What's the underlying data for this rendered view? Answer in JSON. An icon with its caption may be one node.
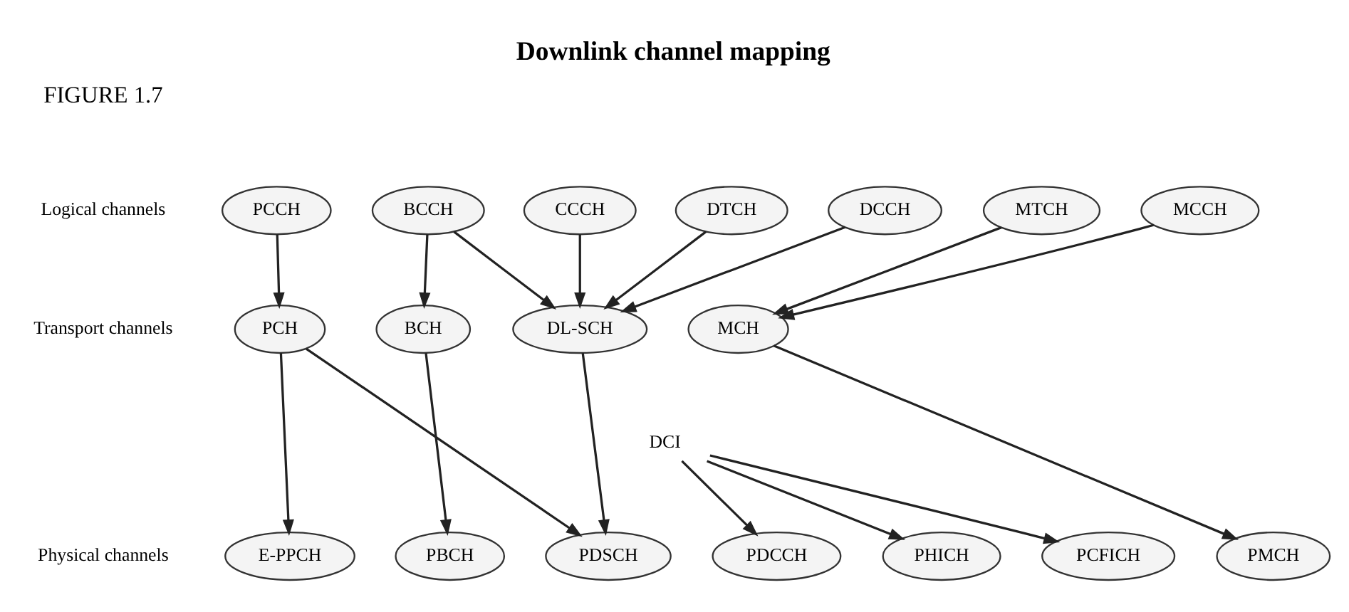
{
  "diagram": {
    "title": "Downlink channel mapping",
    "nodes": [
      {
        "text": [
          "PCCH"
        ]
      },
      {
        "text": [
          "BCCH"
        ]
      },
      {
        "text": [
          "CCCH"
        ]
      },
      {
        "text": [
          "DTCH"
        ]
      },
      {
        "text": [
          "DCCH"
        ]
      },
      {
        "text": [
          "MTCH"
        ]
      },
      {
        "text": [
          "MCCH"
        ]
      },
      {
        "text": [
          "PCH"
        ]
      },
      {
        "text": [
          "BCH"
        ]
      },
      {
        "text": [
          "DL-SCH"
        ]
      },
      {
        "text": [
          "MCH"
        ]
      },
      {
        "text": [
          "DCI"
        ]
      },
      {
        "text": [
          "E-PPCH"
        ]
      },
      {
        "text": [
          "PBCH"
        ]
      },
      {
        "text": [
          "PDSCH"
        ]
      },
      {
        "text": [
          "PDCCH"
        ]
      },
      {
        "text": [
          "PHICH"
        ]
      },
      {
        "text": [
          "PCFICH"
        ]
      },
      {
        "text": [
          "PMCH"
        ]
      }
    ],
    "edges": [
      {
        "from": 0,
        "to": 7,
        "arrow": "to"
      },
      {
        "from": 1,
        "to": 8,
        "arrow": "to"
      },
      {
        "from": 1,
        "to": 9,
        "arrow": "to"
      },
      {
        "from": 2,
        "to": 9,
        "arrow": "to"
      },
      {
        "from": 3,
        "to": 9,
        "arrow": "to"
      },
      {
        "from": 4,
        "to": 9,
        "arrow": "to"
      },
      {
        "from": 5,
        "to": 10,
        "arrow": "to"
      },
      {
        "from": 6,
        "to": 10,
        "arrow": "to"
      },
      {
        "from": 7,
        "to": 12,
        "arrow": "to"
      },
      {
        "from": 7,
        "to": 14,
        "arrow": "to"
      },
      {
        "from": 8,
        "to": 13,
        "arrow": "to"
      },
      {
        "from": 9,
        "to": 14,
        "arrow": "to"
      },
      {
        "from": 10,
        "to": 18,
        "arrow": "to"
      },
      {
        "from": 11,
        "to": 15,
        "arrow": "to"
      },
      {
        "from": 11,
        "to": 16,
        "arrow": "to"
      },
      {
        "from": 11,
        "to": 17,
        "arrow": "to"
      }
    ],
    "labels": [
      "FIGURE 1.7",
      "Logical channels",
      "Transport channels",
      "Physical channels"
    ]
  }
}
